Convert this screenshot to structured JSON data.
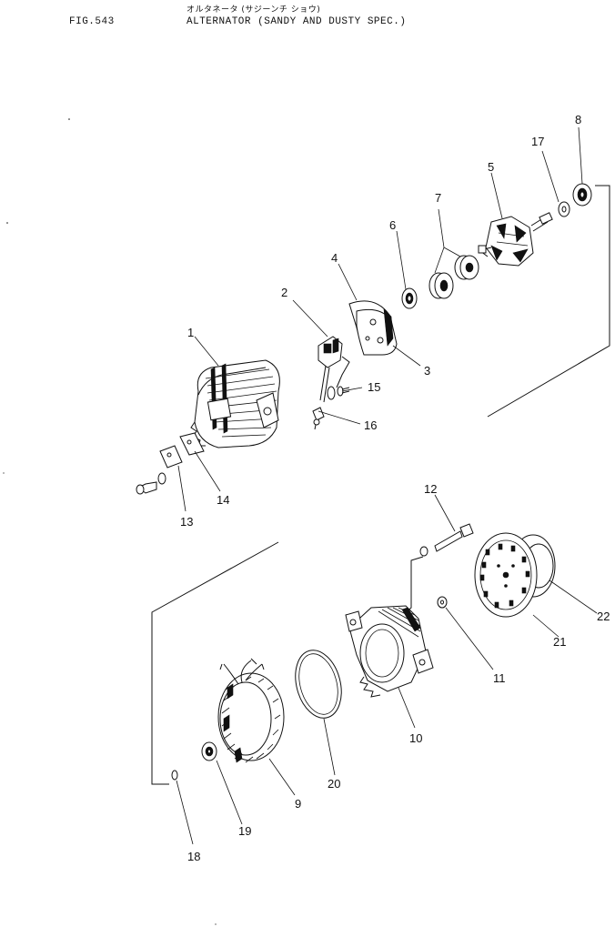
{
  "header": {
    "fig_number": "FIG.543",
    "title_jp": "オルタネータ (サジーンチ ショウ)",
    "title_en": "ALTERNATOR (SANDY AND DUSTY SPEC.)"
  },
  "parts": [
    {
      "no": "1"
    },
    {
      "no": "2"
    },
    {
      "no": "3"
    },
    {
      "no": "4"
    },
    {
      "no": "5"
    },
    {
      "no": "6"
    },
    {
      "no": "7"
    },
    {
      "no": "8"
    },
    {
      "no": "9"
    },
    {
      "no": "10"
    },
    {
      "no": "11"
    },
    {
      "no": "12"
    },
    {
      "no": "13"
    },
    {
      "no": "14"
    },
    {
      "no": "15"
    },
    {
      "no": "16"
    },
    {
      "no": "17"
    },
    {
      "no": "18"
    },
    {
      "no": "19"
    },
    {
      "no": "20"
    },
    {
      "no": "21"
    },
    {
      "no": "22"
    }
  ]
}
